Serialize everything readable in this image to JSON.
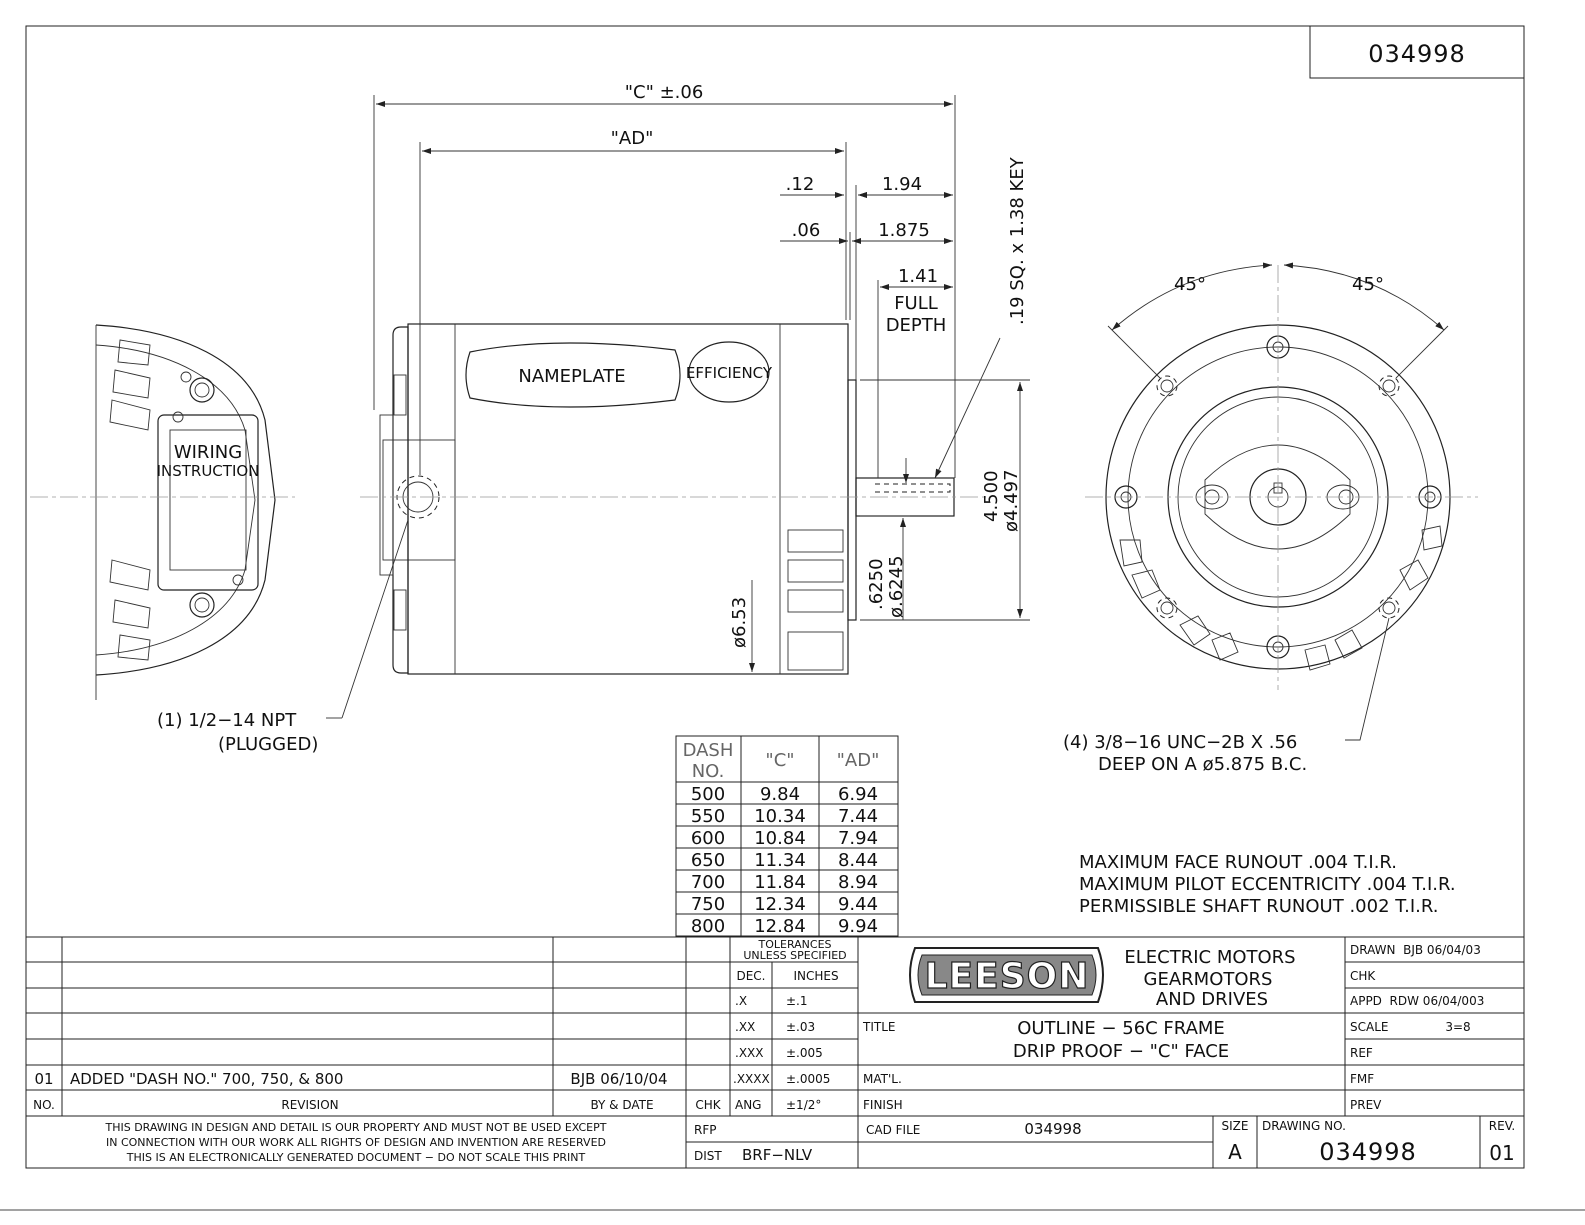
{
  "drawing_number_top": "034998",
  "dimensions": {
    "c_overall": "\"C\" ±.06",
    "ad": "\"AD\"",
    "d_12": ".12",
    "d_194": "1.94",
    "d_06": ".06",
    "d_1875": "1.875",
    "d_141": "1.41",
    "full": "FULL",
    "depth": "DEPTH",
    "key": ".19 SQ. x 1.38 KEY",
    "pilot_a": "4.500",
    "pilot_b": "ø4.497",
    "shaft_a": ".6250",
    "shaft_b": "ø.6245",
    "body_dia": "ø6.53",
    "angle_left": "45°",
    "angle_right": "45°"
  },
  "labels": {
    "wiring_1": "WIRING",
    "wiring_2": "INSTRUCTION",
    "nameplate": "NAMEPLATE",
    "efficiency": "EFFICIENCY",
    "npt_1": "(1) 1/2−14 NPT",
    "npt_2": "(PLUGGED)",
    "bolt_1": "(4) 3/8−16 UNC−2B X .56",
    "bolt_2": "DEEP ON A ø5.875 B.C."
  },
  "notes": [
    "MAXIMUM FACE RUNOUT .004 T.I.R.",
    "MAXIMUM PILOT ECCENTRICITY .004 T.I.R.",
    "PERMISSIBLE SHAFT RUNOUT .002 T.I.R."
  ],
  "dash_table": {
    "headers": [
      "DASH NO.",
      "\"C\"",
      "\"AD\""
    ],
    "rows": [
      [
        "500",
        "9.84",
        "6.94"
      ],
      [
        "550",
        "10.34",
        "7.44"
      ],
      [
        "600",
        "10.84",
        "7.94"
      ],
      [
        "650",
        "11.34",
        "8.44"
      ],
      [
        "700",
        "11.84",
        "8.94"
      ],
      [
        "750",
        "12.34",
        "9.44"
      ],
      [
        "800",
        "12.84",
        "9.94"
      ]
    ]
  },
  "title_block": {
    "revision": {
      "no": "01",
      "text": "ADDED \"DASH NO.\" 700, 750, & 800",
      "by_date": "BJB  06/10/04"
    },
    "rev_headers": {
      "no": "NO.",
      "revision": "REVISION",
      "by_date": "BY & DATE",
      "chk": "CHK"
    },
    "tolerances": {
      "header": "TOLERANCES UNLESS SPECIFIED",
      "dec": "DEC.",
      "inches": "INCHES",
      "rows": [
        [
          ".X",
          "±.1"
        ],
        [
          ".XX",
          "±.03"
        ],
        [
          ".XXX",
          "±.005"
        ],
        [
          ".XXXX",
          "±.0005"
        ],
        [
          "ANG",
          "±1/2°"
        ]
      ]
    },
    "logo": "LEESON",
    "company_lines": [
      "ELECTRIC MOTORS",
      "GEARMOTORS",
      "AND DRIVES"
    ],
    "title_label": "TITLE",
    "title_lines": [
      "OUTLINE − 56C FRAME",
      "DRIP PROOF − \"C\" FACE"
    ],
    "matl": "MAT'L.",
    "finish": "FINISH",
    "cad_file_label": "CAD FILE",
    "cad_file": "034998",
    "rfp": "RFP",
    "dist_label": "DIST",
    "dist": "BRF−NLV",
    "size_label": "SIZE",
    "size": "A",
    "drawing_no_label": "DRAWING NO.",
    "drawing_no": "034998",
    "rev_label": "REV.",
    "rev": "01",
    "drawn": "DRAWN  BJB 06/04/03",
    "chk": "CHK",
    "appd": "APPD  RDW 06/04/003",
    "scale_label": "SCALE",
    "scale": "3=8",
    "ref": "REF",
    "fmf": "FMF",
    "prev": "PREV",
    "disclaimer": [
      "THIS DRAWING IN DESIGN AND DETAIL IS OUR PROPERTY AND MUST NOT BE USED EXCEPT",
      "IN CONNECTION WITH OUR WORK ALL RIGHTS OF DESIGN AND INVENTION ARE RESERVED",
      "THIS IS AN ELECTRONICALLY GENERATED DOCUMENT − DO NOT SCALE THIS PRINT"
    ]
  }
}
